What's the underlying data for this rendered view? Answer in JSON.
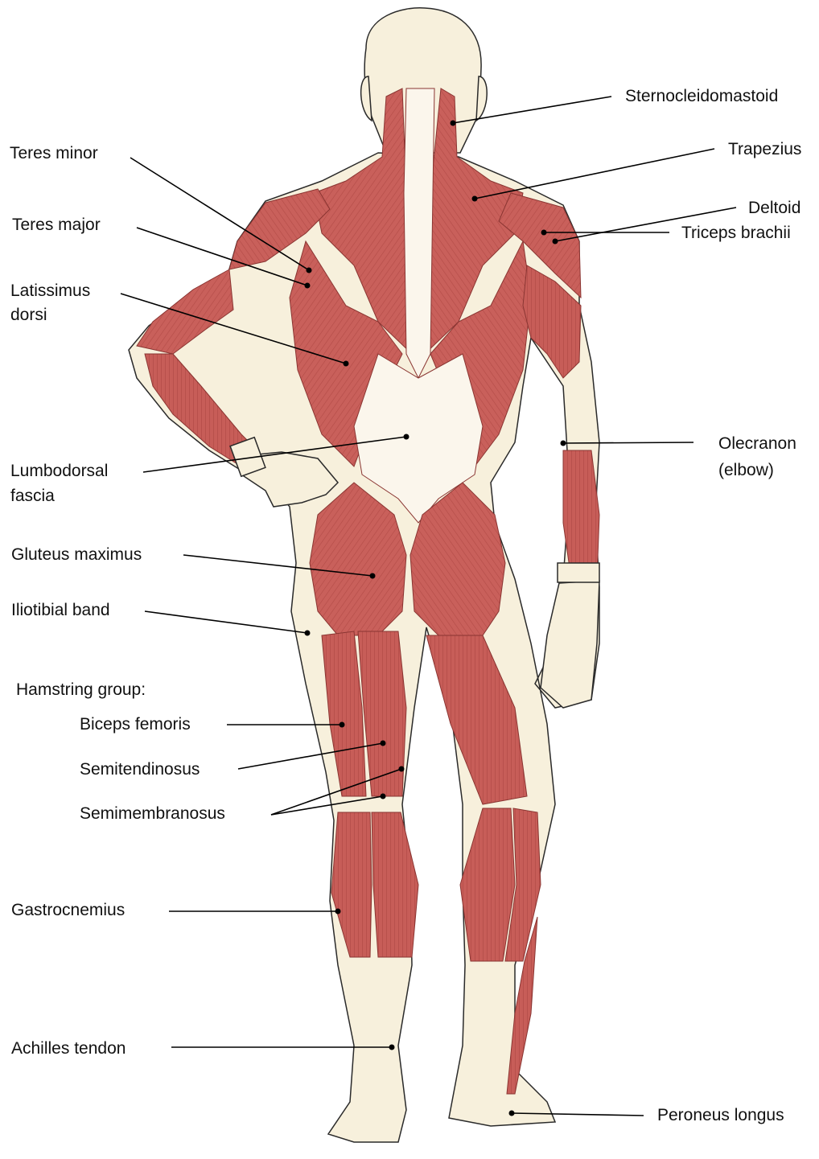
{
  "figure": {
    "colors": {
      "skin": "#f7f0dc",
      "skin_outline": "#2a2a2a",
      "muscle": "#c9605b",
      "muscle_dark": "#a8423f",
      "muscle_light": "#df8b84",
      "tendon": "#fbf6ec",
      "leader_line": "#000000",
      "label_text": "#111111"
    }
  },
  "labels": {
    "sternocleidomastoid": "Sternocleidomastoid",
    "trapezius": "Trapezius",
    "deltoid": "Deltoid",
    "triceps_brachii": "Triceps brachii",
    "olecranon_line1": "Olecranon",
    "olecranon_line2": "(elbow)",
    "peroneus_longus": "Peroneus longus",
    "teres_minor": "Teres minor",
    "teres_major": "Teres major",
    "latissimus_line1": "Latissimus",
    "latissimus_line2": "dorsi",
    "lumbodorsal_line1": "Lumbodorsal",
    "lumbodorsal_line2": "fascia",
    "gluteus_maximus": "Gluteus maximus",
    "iliotibial_band": "Iliotibial band",
    "hamstring_group": "Hamstring group:",
    "biceps_femoris": "Biceps femoris",
    "semitendinosus": "Semitendinosus",
    "semimembranosus": "Semimembranosus",
    "gastrocnemius": "Gastrocnemius",
    "achilles_tendon": "Achilles tendon"
  }
}
